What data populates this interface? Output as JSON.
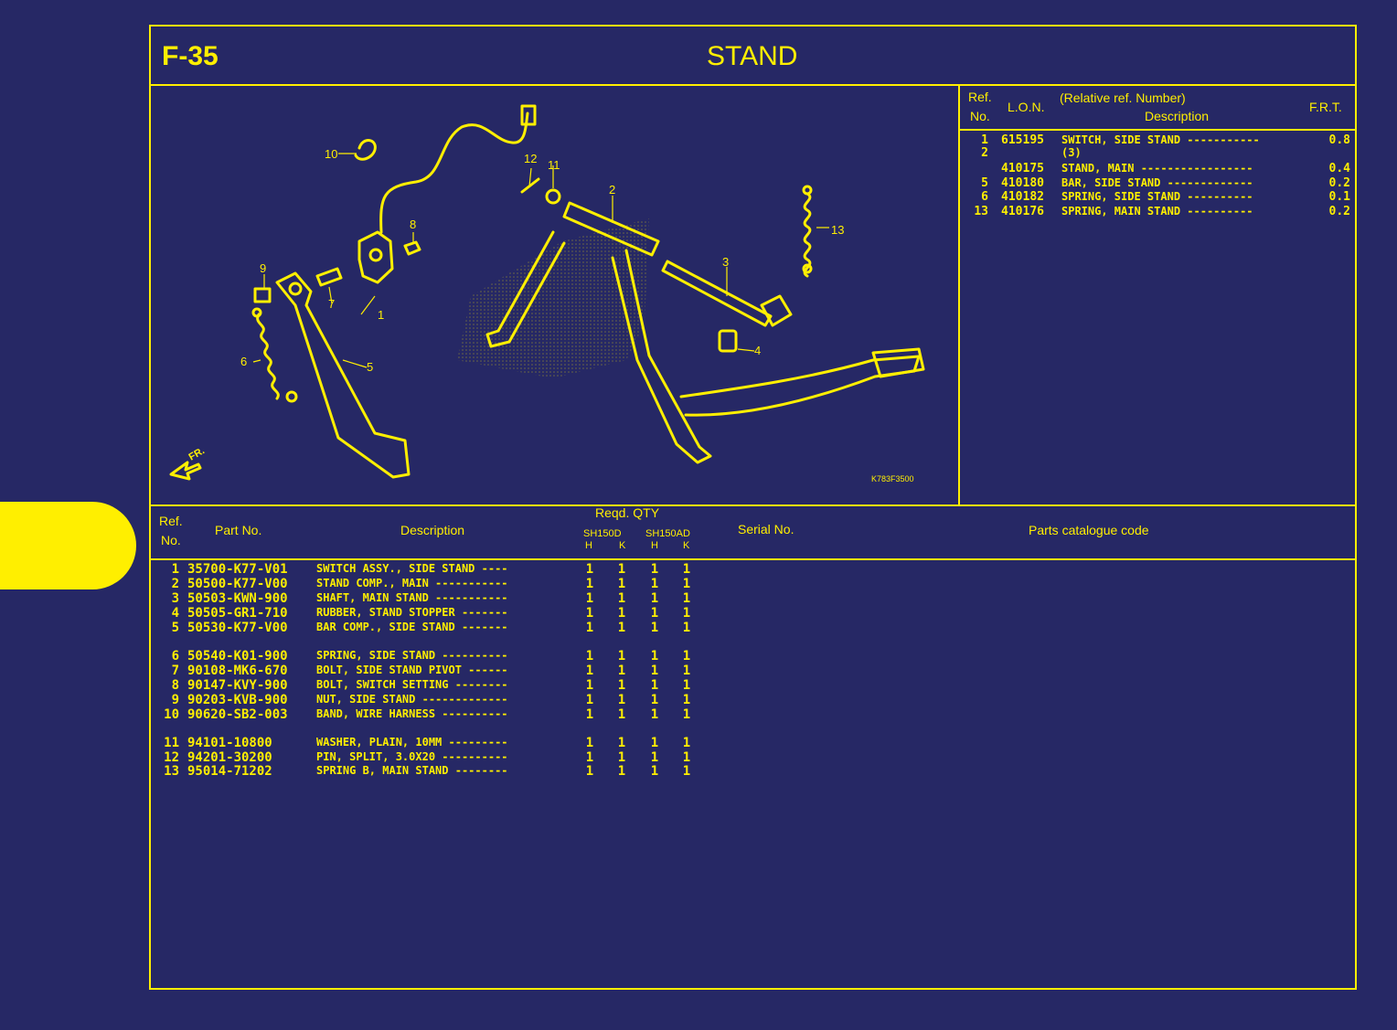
{
  "header": {
    "code": "F-35",
    "title": "STAND"
  },
  "diagram": {
    "figure_code": "K783F3500",
    "direction_label": "FR.",
    "callouts": [
      "1",
      "2",
      "3",
      "4",
      "5",
      "6",
      "7",
      "8",
      "9",
      "10",
      "11",
      "12",
      "13"
    ]
  },
  "frt_table": {
    "headers": {
      "ref": "Ref.",
      "no": "No.",
      "lon": "L.O.N.",
      "rel": "(Relative ref. Number)",
      "desc": "Description",
      "frt": "F.R.T."
    },
    "rows": [
      {
        "ref": "1",
        "lon": "615195",
        "desc": "SWITCH, SIDE STAND -----------",
        "frt": "0.8"
      },
      {
        "ref": "2",
        "lon": "",
        "desc": "(3)",
        "frt": ""
      },
      {
        "ref": "",
        "lon": "410175",
        "desc": "STAND, MAIN -----------------",
        "frt": "0.4"
      },
      {
        "ref": "5",
        "lon": "410180",
        "desc": "BAR, SIDE STAND -------------",
        "frt": "0.2"
      },
      {
        "ref": "6",
        "lon": "410182",
        "desc": "SPRING, SIDE STAND ----------",
        "frt": "0.1"
      },
      {
        "ref": "13",
        "lon": "410176",
        "desc": "SPRING, MAIN STAND ----------",
        "frt": "0.2"
      }
    ]
  },
  "parts_table": {
    "headers": {
      "ref": "Ref.",
      "no": "No.",
      "part_no": "Part No.",
      "description": "Description",
      "reqd_qty": "Reqd. QTY",
      "model1": "SH150D",
      "model2": "SH150AD",
      "h": "H",
      "k": "K",
      "serial": "Serial No.",
      "catalogue": "Parts catalogue code"
    },
    "rows": [
      {
        "ref": "1",
        "part": "35700-K77-V01",
        "desc": "SWITCH ASSY., SIDE STAND ----",
        "q": [
          "1",
          "1",
          "1",
          "1"
        ]
      },
      {
        "ref": "2",
        "part": "50500-K77-V00",
        "desc": "STAND COMP., MAIN -----------",
        "q": [
          "1",
          "1",
          "1",
          "1"
        ]
      },
      {
        "ref": "3",
        "part": "50503-KWN-900",
        "desc": "SHAFT, MAIN STAND -----------",
        "q": [
          "1",
          "1",
          "1",
          "1"
        ]
      },
      {
        "ref": "4",
        "part": "50505-GR1-710",
        "desc": "RUBBER, STAND STOPPER -------",
        "q": [
          "1",
          "1",
          "1",
          "1"
        ]
      },
      {
        "ref": "5",
        "part": "50530-K77-V00",
        "desc": "BAR COMP., SIDE STAND -------",
        "q": [
          "1",
          "1",
          "1",
          "1"
        ]
      },
      {
        "ref": "6",
        "part": "50540-K01-900",
        "desc": "SPRING, SIDE STAND ----------",
        "q": [
          "1",
          "1",
          "1",
          "1"
        ]
      },
      {
        "ref": "7",
        "part": "90108-MK6-670",
        "desc": "BOLT, SIDE STAND PIVOT ------",
        "q": [
          "1",
          "1",
          "1",
          "1"
        ]
      },
      {
        "ref": "8",
        "part": "90147-KVY-900",
        "desc": "BOLT, SWITCH SETTING --------",
        "q": [
          "1",
          "1",
          "1",
          "1"
        ]
      },
      {
        "ref": "9",
        "part": "90203-KVB-900",
        "desc": "NUT, SIDE STAND -------------",
        "q": [
          "1",
          "1",
          "1",
          "1"
        ]
      },
      {
        "ref": "10",
        "part": "90620-SB2-003",
        "desc": "BAND, WIRE HARNESS ----------",
        "q": [
          "1",
          "1",
          "1",
          "1"
        ]
      },
      {
        "ref": "11",
        "part": "94101-10800",
        "desc": "WASHER, PLAIN, 10MM ---------",
        "q": [
          "1",
          "1",
          "1",
          "1"
        ]
      },
      {
        "ref": "12",
        "part": "94201-30200",
        "desc": "PIN, SPLIT, 3.0X20 ----------",
        "q": [
          "1",
          "1",
          "1",
          "1"
        ]
      },
      {
        "ref": "13",
        "part": "95014-71202",
        "desc": "SPRING B, MAIN STAND --------",
        "q": [
          "1",
          "1",
          "1",
          "1"
        ]
      }
    ]
  },
  "colors": {
    "background": "#262865",
    "ink": "#ffef00"
  }
}
